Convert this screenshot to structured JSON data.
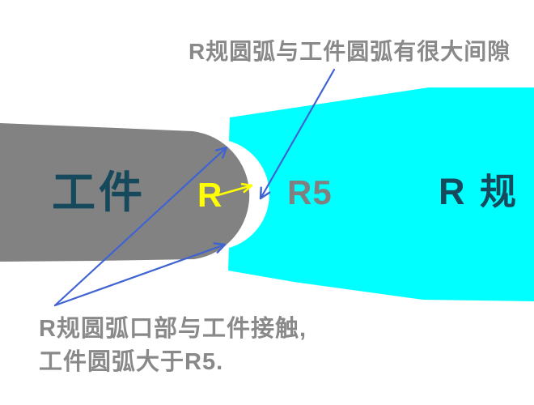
{
  "diagram": {
    "top_annotation": "R规圆弧与工件圆弧有很大间隙",
    "workpiece_label": "工件",
    "radius_arrow_label": "R",
    "gauge_radius_label": "R5",
    "gauge_label": "R 规",
    "bottom_annotation_line1": "R规圆弧口部与工件接触,",
    "bottom_annotation_line2": "工件圆弧大于R5."
  },
  "colors": {
    "background": "#FFFFFF",
    "workpiece_fill": "#828282",
    "gauge_fill": "#00FFFF",
    "dark_label_text": "#17495D",
    "annotation_text": "#898989",
    "gauge_radius_text": "#808080",
    "arrow_blue": "#3F63D2",
    "arrow_yellow": "#FFFF00"
  }
}
